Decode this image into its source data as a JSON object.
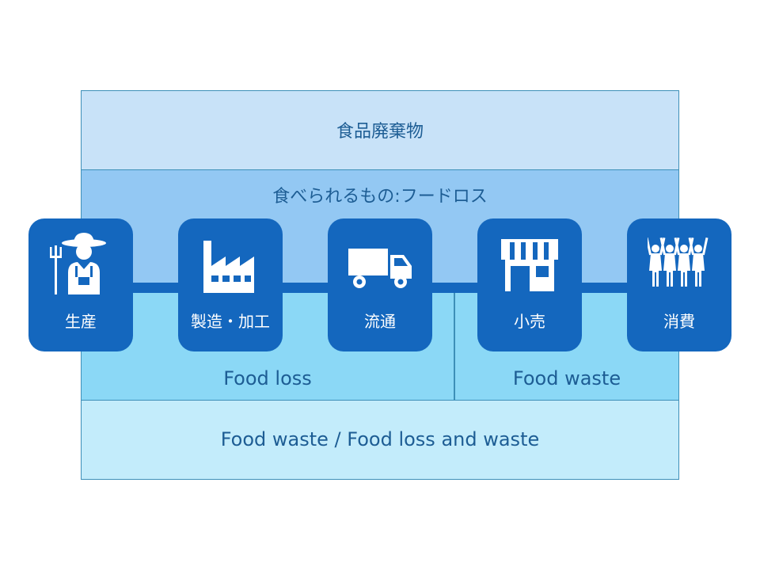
{
  "diagram": {
    "food_waste_ja": "食品廃棄物",
    "edible_food_loss_ja": "食べられるもの:フードロス",
    "food_loss_en": "Food loss",
    "food_waste_en": "Food waste",
    "combined_en": "Food waste / Food loss and waste"
  },
  "stages": [
    {
      "label": "生産",
      "icon": "farmer-icon"
    },
    {
      "label": "製造・加工",
      "icon": "factory-icon"
    },
    {
      "label": "流通",
      "icon": "delivery-truck-icon"
    },
    {
      "label": "小売",
      "icon": "storefront-icon"
    },
    {
      "label": "消費",
      "icon": "consumers-icon"
    }
  ],
  "colors": {
    "top_band": "#c8e2f8",
    "mid_band": "#93c8f3",
    "loss_waste_band": "#8bd8f6",
    "bottom_band": "#c3ecfb",
    "stage_blue": "#1467be",
    "text": "#1d5d94"
  }
}
